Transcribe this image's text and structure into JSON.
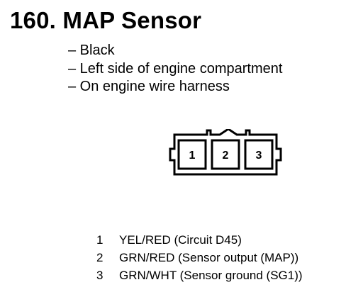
{
  "page": {
    "title": "160. MAP Sensor",
    "details": [
      "– Black",
      "– Left side of engine compartment",
      "– On engine wire harness"
    ],
    "connector": {
      "pin_labels": [
        "1",
        "2",
        "3"
      ]
    },
    "pins": [
      {
        "num": "1",
        "desc": "YEL/RED (Circuit D45)"
      },
      {
        "num": "2",
        "desc": "GRN/RED (Sensor output (MAP))"
      },
      {
        "num": "3",
        "desc": "GRN/WHT (Sensor ground (SG1))"
      }
    ]
  }
}
